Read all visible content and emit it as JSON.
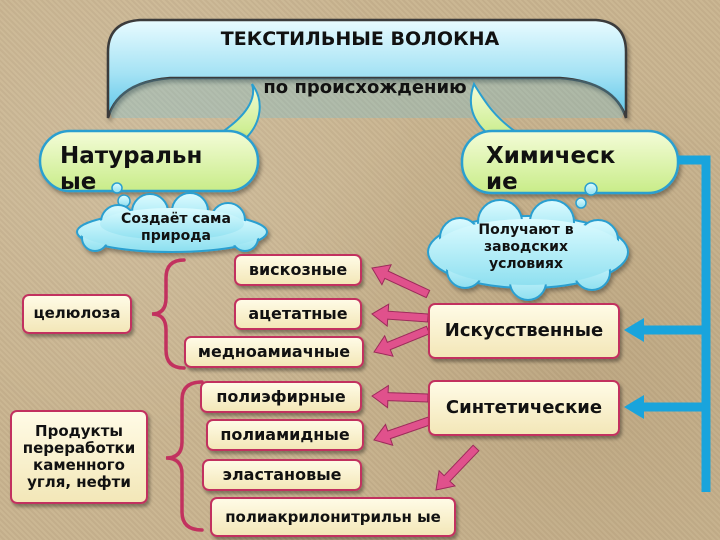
{
  "header": {
    "title": "ТЕКСТИЛЬНЫЕ ВОЛОКНА",
    "subtitle": "по происхождению"
  },
  "natural": {
    "label": "Натуральн ые",
    "cloud": "Создаёт сама природа"
  },
  "chemical": {
    "label": "Химическ ие",
    "cloud": "Получают в заводских условиях"
  },
  "raw": {
    "cellulose": "целюлоза",
    "coal": "Продукты переработки каменного угля, нефти"
  },
  "artificial_label": "Искусственные",
  "synthetic_label": "Синтетические",
  "artificial_fibers": [
    "вискозные",
    "ацетатные",
    "медноамиачные"
  ],
  "synthetic_fibers": [
    "полиэфирные",
    "полиамидные",
    "эластановые",
    "полиакрилонитрильн ые"
  ],
  "colors": {
    "accent": "#c2315f",
    "arrow": "#e0518c",
    "connector": "#19a4dc",
    "banner_top": "#d8f4fb",
    "banner_bottom": "#5bc4e8"
  }
}
